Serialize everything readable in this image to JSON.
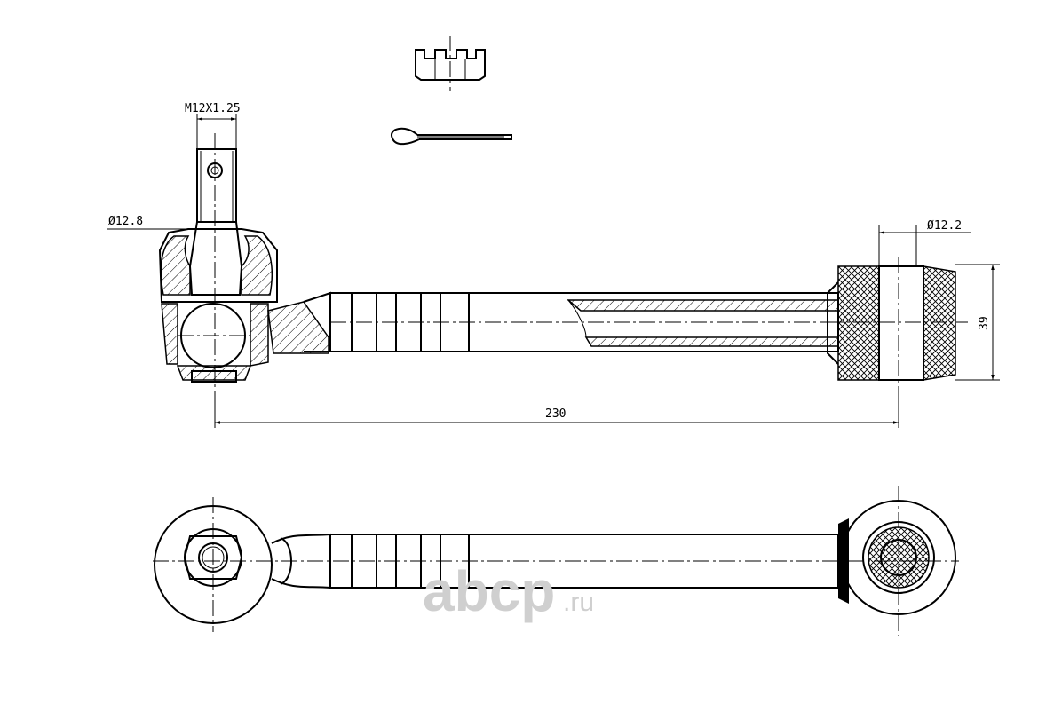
{
  "dimensions": {
    "thread": "M12X1.25",
    "ball_pin_diameter": "Ø12.8",
    "bushing_bore_diameter": "Ø12.2",
    "bushing_height": "39",
    "overall_length": "230"
  },
  "watermark": {
    "brand": "abcp",
    "suffix": ".ru"
  },
  "parts": {
    "castle_nut": "castle-nut-icon",
    "cotter_pin": "cotter-pin-icon"
  }
}
